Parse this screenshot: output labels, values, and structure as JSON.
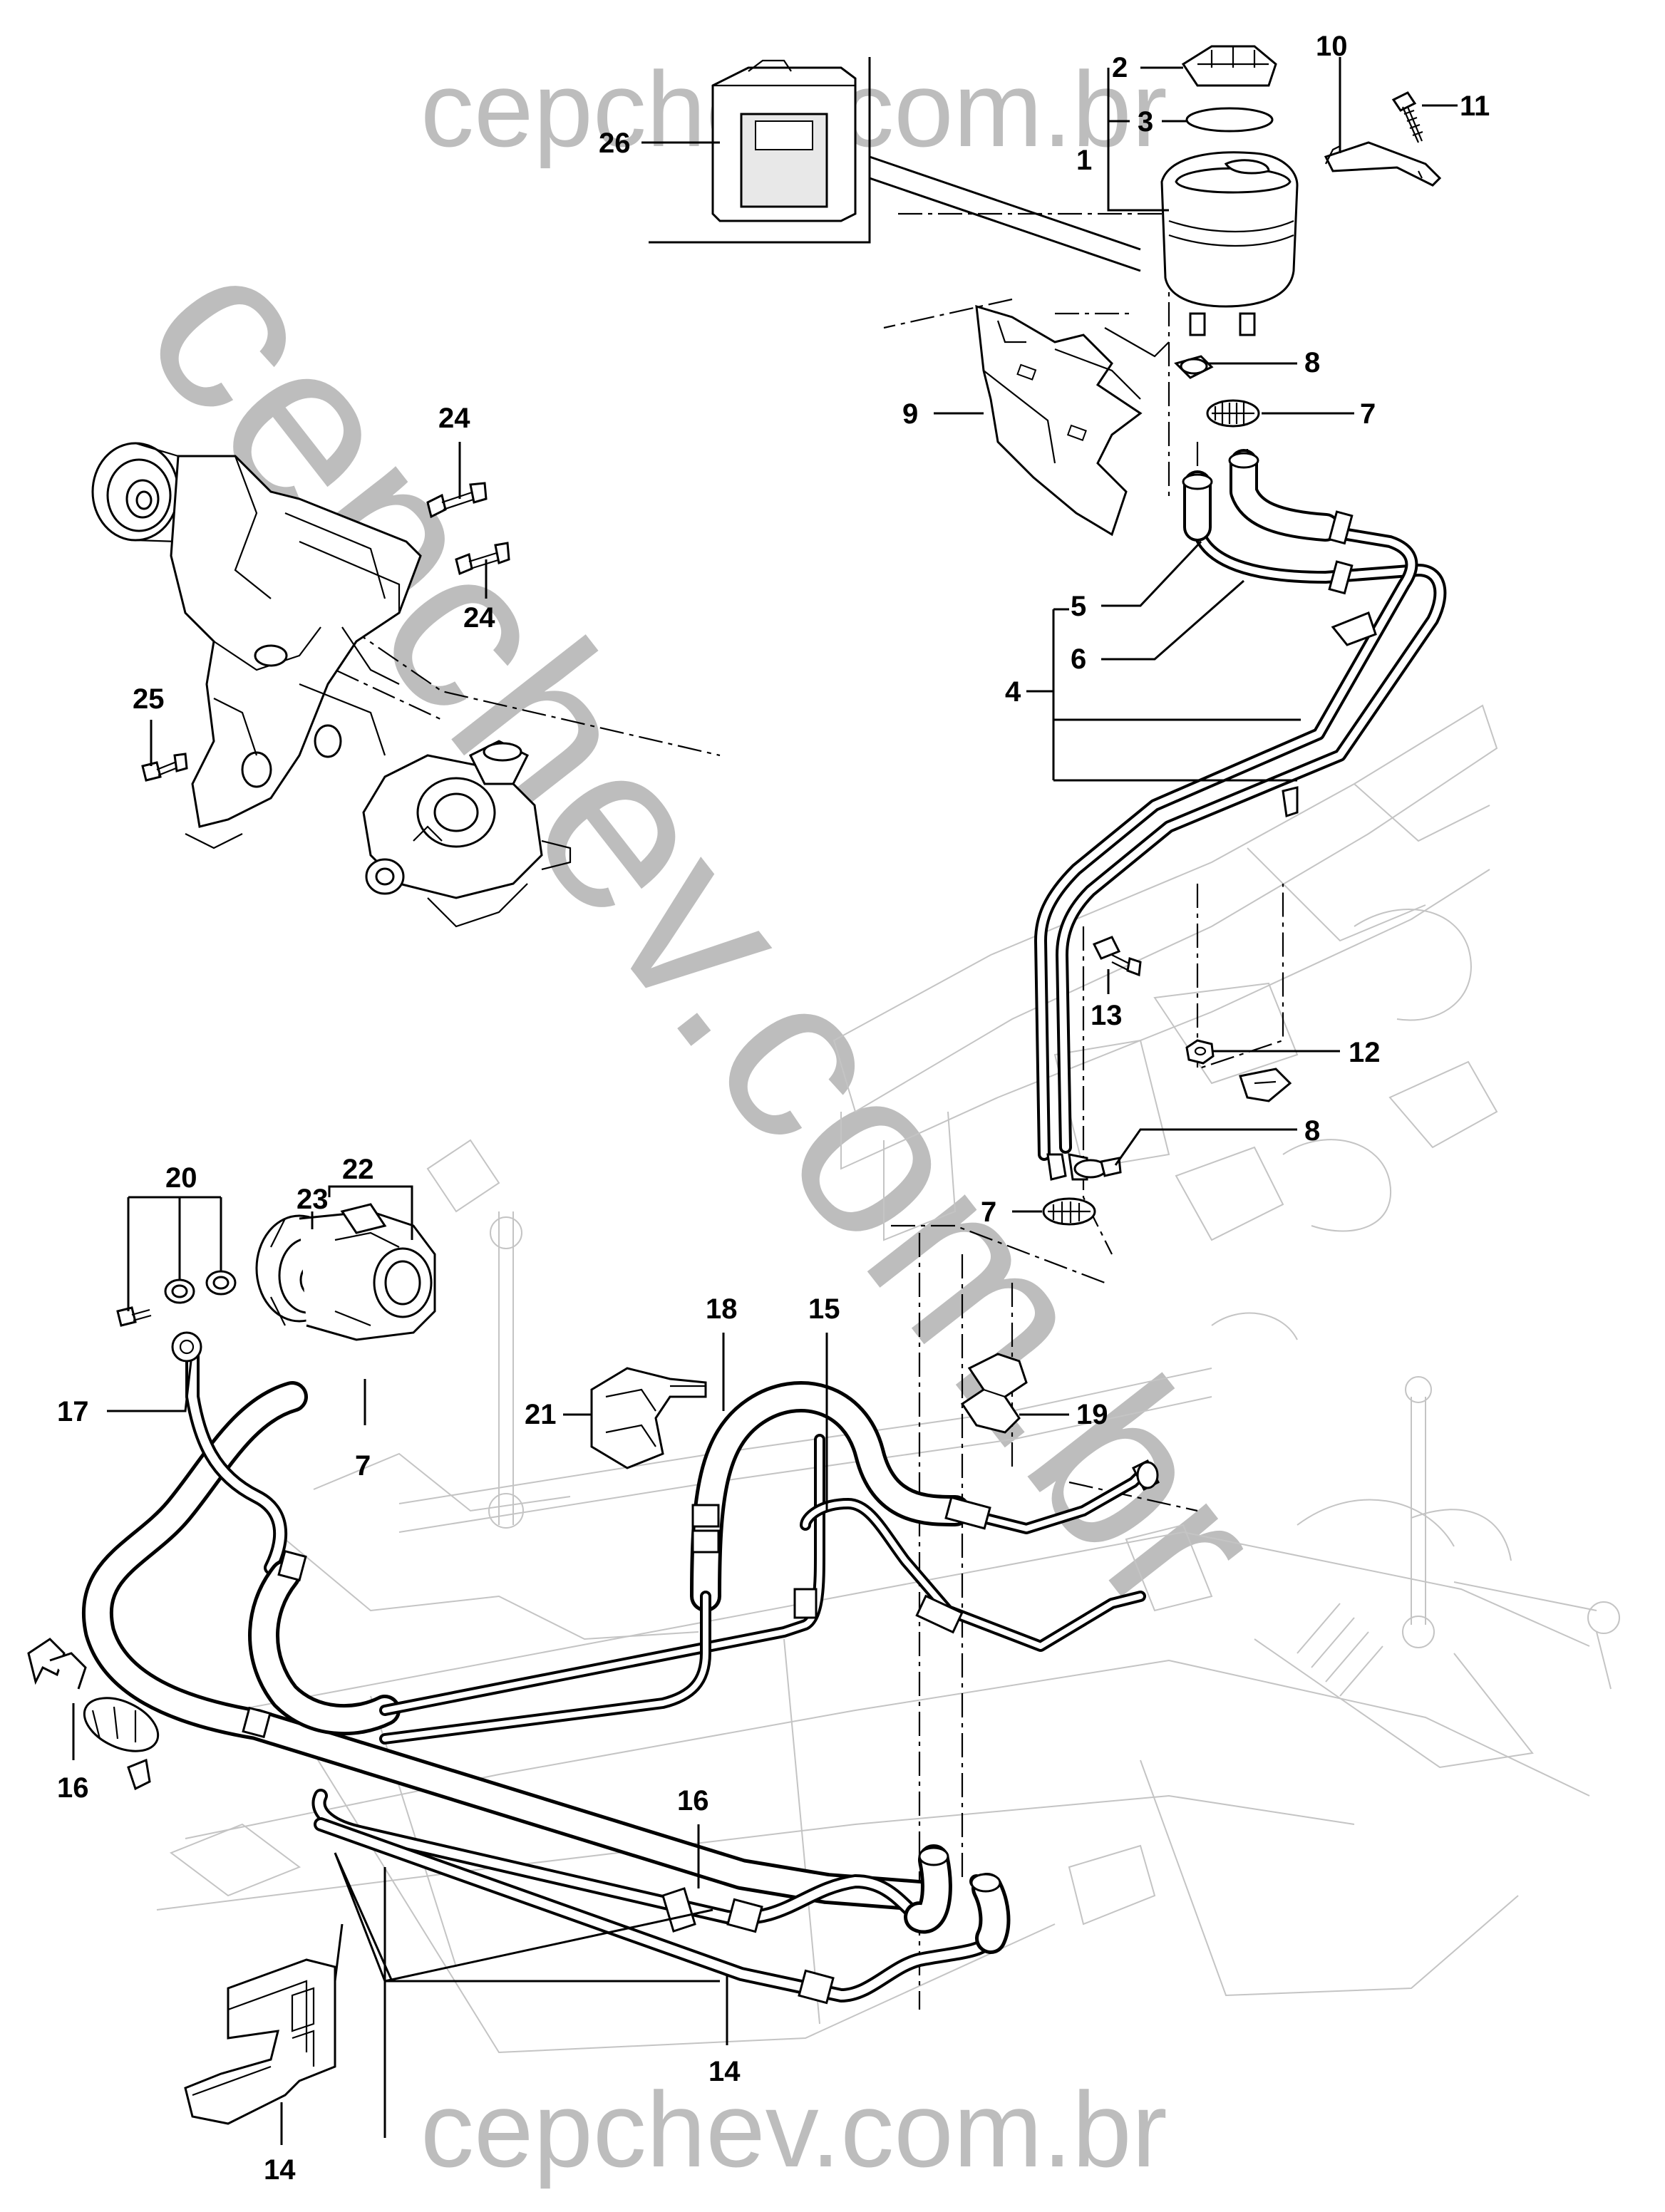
{
  "watermark": {
    "text_top": "cepchev.com.br",
    "text_bottom": "cepchev.com.br",
    "text_diagonal": "cepchev.com.br"
  },
  "callouts": [
    {
      "id": "1",
      "label": "1"
    },
    {
      "id": "2",
      "label": "2"
    },
    {
      "id": "3",
      "label": "3"
    },
    {
      "id": "4",
      "label": "4"
    },
    {
      "id": "5",
      "label": "5"
    },
    {
      "id": "6",
      "label": "6"
    },
    {
      "id": "7a",
      "label": "7"
    },
    {
      "id": "7b",
      "label": "7"
    },
    {
      "id": "7c",
      "label": "7"
    },
    {
      "id": "8a",
      "label": "8"
    },
    {
      "id": "8b",
      "label": "8"
    },
    {
      "id": "9",
      "label": "9"
    },
    {
      "id": "10",
      "label": "10"
    },
    {
      "id": "11",
      "label": "11"
    },
    {
      "id": "12",
      "label": "12"
    },
    {
      "id": "13",
      "label": "13"
    },
    {
      "id": "14a",
      "label": "14"
    },
    {
      "id": "14b",
      "label": "14"
    },
    {
      "id": "15",
      "label": "15"
    },
    {
      "id": "16a",
      "label": "16"
    },
    {
      "id": "16b",
      "label": "16"
    },
    {
      "id": "17",
      "label": "17"
    },
    {
      "id": "18",
      "label": "18"
    },
    {
      "id": "19",
      "label": "19"
    },
    {
      "id": "20",
      "label": "20"
    },
    {
      "id": "21",
      "label": "21"
    },
    {
      "id": "22",
      "label": "22"
    },
    {
      "id": "23",
      "label": "23"
    },
    {
      "id": "24a",
      "label": "24"
    },
    {
      "id": "24b",
      "label": "24"
    },
    {
      "id": "25",
      "label": "25"
    },
    {
      "id": "26",
      "label": "26"
    }
  ],
  "colors": {
    "line": "#000000",
    "watermark": "#bdbdbd",
    "ghost": "#c4c4c4",
    "background": "#ffffff"
  }
}
